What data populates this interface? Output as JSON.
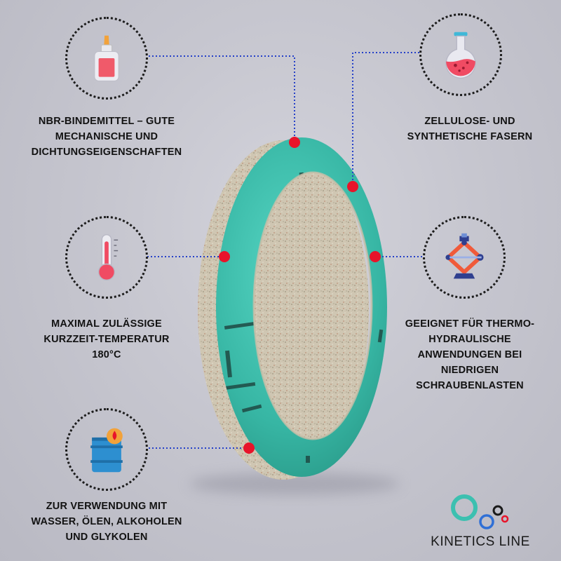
{
  "features": [
    {
      "id": "binder",
      "icon": "glue-bottle-icon",
      "lines": [
        "NBR-BINDEMITTEL – GUTE",
        "MECHANISCHE UND",
        "DICHTUNGSEIGENSCHAFTEN"
      ]
    },
    {
      "id": "fibers",
      "icon": "flask-icon",
      "lines": [
        "ZELLULOSE- UND",
        "SYNTHETISCHE FASERN"
      ]
    },
    {
      "id": "temperature",
      "icon": "thermometer-icon",
      "lines": [
        "MAXIMAL ZULÄSSIGE",
        "KURZZEIT-TEMPERATUR",
        "180°C"
      ]
    },
    {
      "id": "thermohydraulic",
      "icon": "hydraulic-jack-icon",
      "lines": [
        "GEEIGNET FÜR THERMO-",
        "HYDRAULISCHE",
        "ANWENDUNGEN BEI",
        "NIEDRIGEN",
        "SCHRAUBENLASTEN"
      ]
    },
    {
      "id": "media",
      "icon": "oil-barrel-icon",
      "lines": [
        "ZUR VERWENDUNG MIT",
        "WASSER, ÖLEN, ALKOHOLEN",
        "UND GLYKOLEN"
      ]
    }
  ],
  "brand": {
    "name": "KINETICS LINE"
  },
  "colors": {
    "accent_red": "#e8142a",
    "connector_blue": "#2540c8",
    "gasket_teal": "#3ab8a6",
    "logo_teal": "#3cc0b0",
    "logo_blue": "#2f6fd6"
  }
}
